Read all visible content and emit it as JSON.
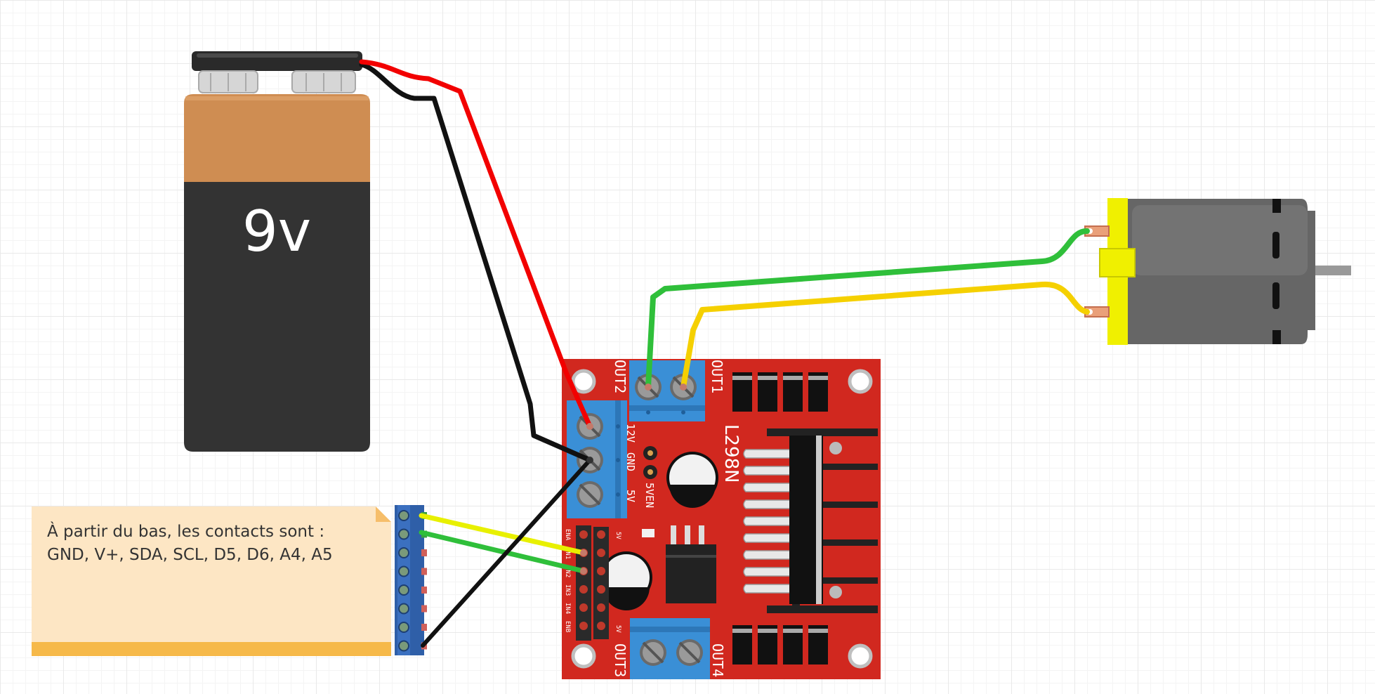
{
  "battery": {
    "label": "9v",
    "body_color": "#333333",
    "cap_color": "#cf8d52"
  },
  "driver": {
    "chip_label": "L298N",
    "board_color": "#d1281f",
    "terminal_color": "#3a8fd6",
    "labels": {
      "out1": "OUT1",
      "out2": "OUT2",
      "out3": "OUT3",
      "out4": "OUT4",
      "v12": "12V",
      "gnd": "GND",
      "v5": "5V",
      "v5en": "5VEN",
      "ena": "ENA",
      "in1": "IN1",
      "in2": "IN2",
      "in3": "IN3",
      "in4": "IN4",
      "enb": "ENB",
      "pin5v_top": "5V",
      "pin5v_bottom": "5V"
    }
  },
  "motor": {
    "body_color": "#666666",
    "cap_color": "#f0f000"
  },
  "connector": {
    "color": "#2f5fa8",
    "pin_count": 8
  },
  "wires": {
    "red": "#f20000",
    "black": "#111111",
    "green": "#2fbf3a",
    "yellow": "#f5d000",
    "lime": "#e8f000"
  },
  "note": {
    "line1": "À partir du bas, les contacts sont :",
    "line2": "GND, V+, SDA, SCL, D5, D6, A4, A5"
  }
}
